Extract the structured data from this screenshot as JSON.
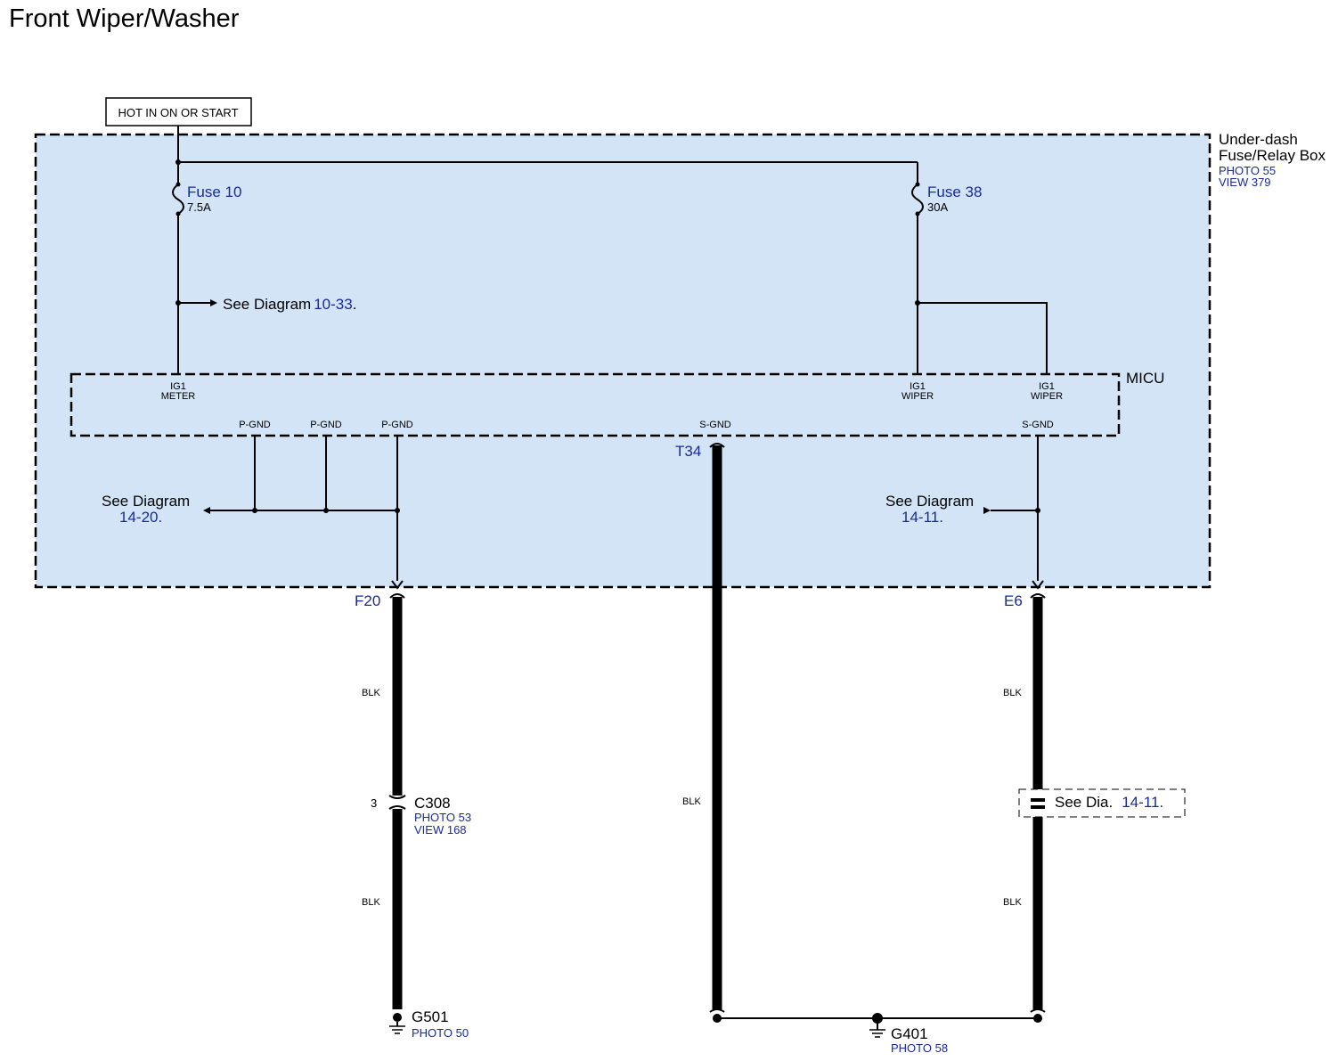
{
  "title": "Front Wiper/Washer",
  "colors": {
    "box_fill": "#d2e4f6",
    "label_blue": "#1a2a9a",
    "wire": "#000000"
  },
  "power_source": "HOT IN ON OR START",
  "fuse_box": {
    "name_line1": "Under-dash",
    "name_line2": "Fuse/Relay Box",
    "photo": "PHOTO 55",
    "view": "VIEW 379"
  },
  "fuses": [
    {
      "name": "Fuse 10",
      "rating": "7.5A"
    },
    {
      "name": "Fuse 38",
      "rating": "30A"
    }
  ],
  "ref_10_33": {
    "text": "See Diagram",
    "num": "10-33",
    "dot": "."
  },
  "micu": {
    "name": "MICU",
    "pins_top": [
      {
        "l1": "IG1",
        "l2": "METER"
      },
      {
        "l1": "IG1",
        "l2": "WIPER"
      },
      {
        "l1": "IG1",
        "l2": "WIPER"
      }
    ],
    "pins_bottom": [
      "P-GND",
      "P-GND",
      "P-GND",
      "S-GND",
      "S-GND"
    ]
  },
  "ref_14_20": {
    "text": "See Diagram",
    "num": "14-20."
  },
  "ref_14_11": {
    "text": "See Diagram",
    "num": "14-11."
  },
  "terminals": {
    "f20": "F20",
    "t34": "T34",
    "e6": "E6"
  },
  "wire_colors": {
    "f20_upper": "BLK",
    "f20_lower": "BLK",
    "t34": "BLK",
    "e6_upper": "BLK",
    "e6_lower": "BLK"
  },
  "connector_c308": {
    "pin": "3",
    "name": "C308",
    "photo": "PHOTO 53",
    "view": "VIEW 168"
  },
  "see_dia": {
    "text": "See  Dia.",
    "num": "14-11."
  },
  "ground_g501": {
    "name": "G501",
    "photo": "PHOTO 50"
  },
  "ground_g401": {
    "name": "G401",
    "photo": "PHOTO 58"
  }
}
